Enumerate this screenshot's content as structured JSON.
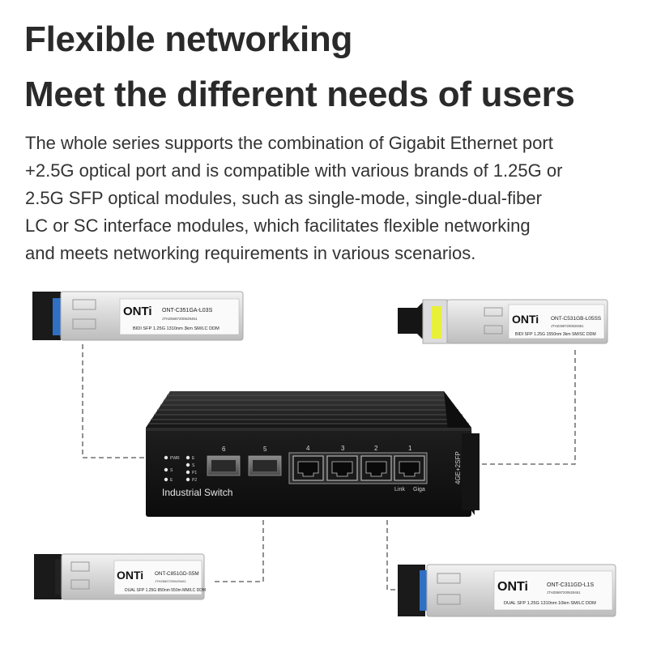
{
  "headline": {
    "line1": "Flexible networking",
    "line2": "Meet the different needs of users"
  },
  "description": [
    "The whole series supports the combination of Gigabit Ethernet port",
    "+2.5G optical port and is compatible with various brands of 1.25G or",
    "2.5G SFP optical modules, such as single-mode, single-dual-fiber",
    "LC or SC interface modules, which facilitates flexible networking",
    "and meets networking requirements in various scenarios."
  ],
  "switch": {
    "label": "Industrial Switch",
    "model": "4GE+2SFP",
    "port_numbers": [
      "6",
      "5",
      "4",
      "3",
      "2",
      "1"
    ],
    "led_labels_a": [
      "PWR",
      "S",
      "E"
    ],
    "led_labels_b": [
      "E",
      "S",
      "P1",
      "P2"
    ],
    "rj45_legend": [
      "Link",
      "Giga"
    ]
  },
  "modules": [
    {
      "brand": "ONTi",
      "part": "ONT-C351GA-L03S",
      "serial": "JTHZ6697200629461",
      "spec": "BIDI  SFP  1.25G  1310nm 3km SM/LC  DDM",
      "latch_color": "#2f6fc4"
    },
    {
      "brand": "ONTi",
      "part": "ONT-C531GB-L05SS",
      "serial": "JTHZ4697200629461",
      "spec": "BIDI  SFP  1.25G 1550nm 3km SM/SC  DDM",
      "latch_color": "#e8f03a"
    },
    {
      "brand": "ONTi",
      "part": "ONT-C851GD-S5M",
      "serial": "JTHZ6697200629461",
      "spec": "DUAL  SFP  1.25G  850nm  550m MM/LC  DDM",
      "latch_color": "#222222"
    },
    {
      "brand": "ONTi",
      "part": "ONT-C311GD-L1S",
      "serial": "JTHZ6697200629461",
      "spec": "DUAL  SFP  1.25G  1310nm 10km SM/LC  DDM",
      "latch_color": "#2f6fc4"
    }
  ]
}
